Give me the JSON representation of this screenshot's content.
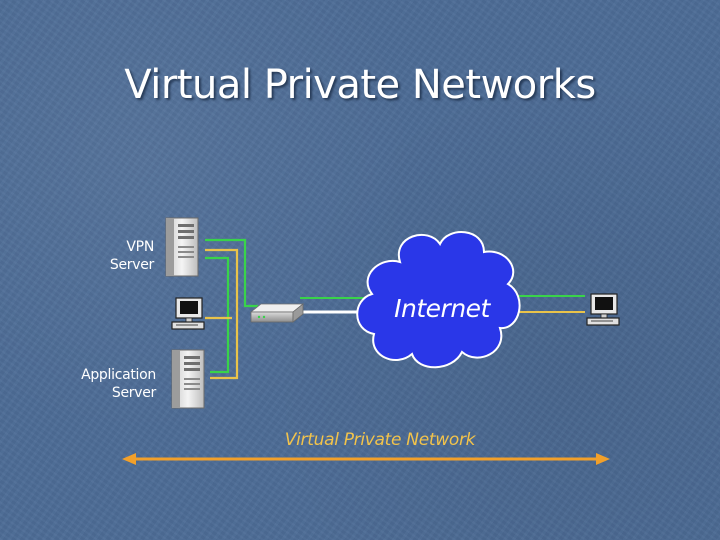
{
  "slide": {
    "title": "Virtual Private Networks",
    "nodes": {
      "vpn_server": {
        "label_line1": "VPN",
        "label_line2": "Server",
        "icon": "server-tower-icon"
      },
      "application_server": {
        "label_line1": "Application",
        "label_line2": "Server",
        "icon": "server-tower-icon"
      },
      "local_workstation": {
        "icon": "desktop-computer-icon"
      },
      "router": {
        "icon": "router-icon"
      },
      "internet": {
        "label": "Internet",
        "icon": "cloud-icon",
        "color": "#2a37e8"
      },
      "remote_workstation": {
        "icon": "desktop-computer-icon"
      }
    },
    "vpn_span": {
      "label": "Virtual Private Network",
      "color": "#f2a02a"
    },
    "colors": {
      "background": "#4d6c96",
      "green_link": "#39d34a",
      "yellow_link": "#e9c34a",
      "white_link": "#ffffff"
    }
  }
}
